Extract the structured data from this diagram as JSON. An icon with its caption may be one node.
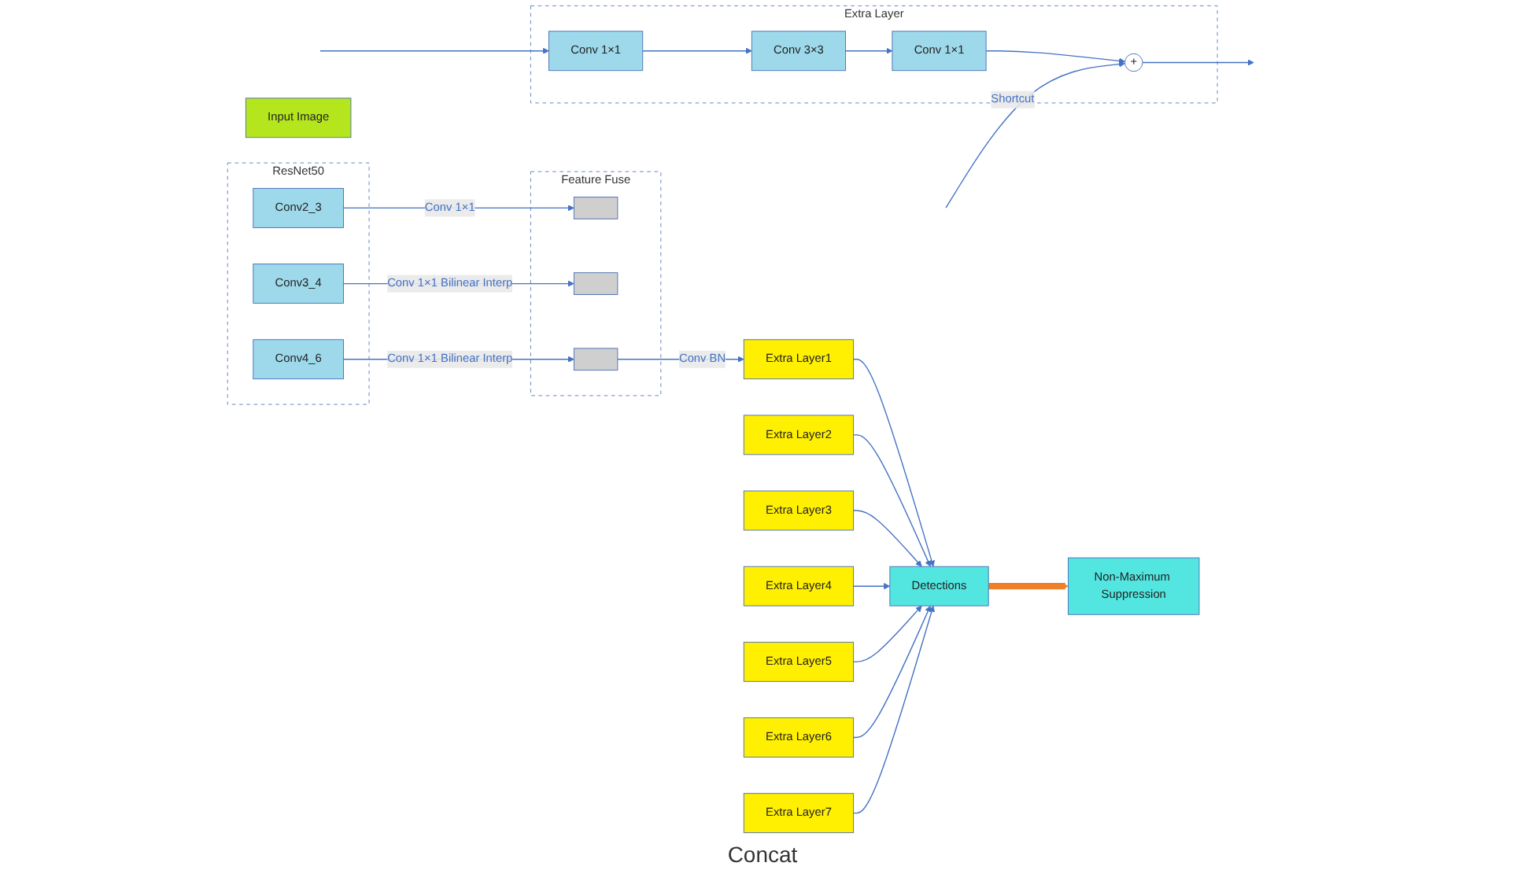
{
  "diagram": {
    "nodes": [
      {
        "text": [
          "Input Image"
        ]
      },
      {
        "text": [
          "ResNet50"
        ]
      },
      {
        "text": [
          "Conv2_3"
        ],
        "in": 1
      },
      {
        "text": [
          "Conv3_4"
        ],
        "in": 1
      },
      {
        "text": [
          "Conv4_6"
        ],
        "in": 1
      },
      {
        "text": [
          "Extra Layer1"
        ]
      },
      {
        "text": [
          "Extra Layer2"
        ]
      },
      {
        "text": [
          "Extra Layer3"
        ]
      },
      {
        "text": [
          "Extra Layer4"
        ]
      },
      {
        "text": [
          "Extra Layer5"
        ]
      },
      {
        "text": [
          "Extra Layer6"
        ]
      },
      {
        "text": [
          "Extra Layer7"
        ]
      },
      {
        "text": [
          "Detections"
        ]
      },
      {
        "text": [
          "Non-Maximum Suppression"
        ]
      },
      {
        "text": [
          "Feature Fuse"
        ]
      },
      {
        "text": [],
        "shape": "bar",
        "in": 14
      },
      {
        "text": [],
        "shape": "bar",
        "in": 14
      },
      {
        "text": [],
        "shape": "bar",
        "in": 14
      },
      {
        "text": [
          "Extra Layer"
        ]
      },
      {
        "text": [
          "Conv 1×1"
        ],
        "in": 18
      },
      {
        "text": [
          "Conv 3×3"
        ],
        "in": 18
      },
      {
        "text": [
          "Conv 1×1"
        ],
        "in": 18
      },
      {
        "text": [
          "+"
        ],
        "in": 18
      }
    ],
    "edges": [
      {
        "from": 2,
        "to": 15,
        "arrow": "to",
        "label": "Conv 1×1"
      },
      {
        "from": 3,
        "to": 16,
        "arrow": "to",
        "label": "Conv 1×1 Bilinear Interp"
      },
      {
        "from": 4,
        "to": 17,
        "arrow": "to",
        "label": "Conv 1×1 Bilinear Interp"
      },
      {
        "from": 17,
        "to": 5,
        "arrow": "to",
        "label": "Conv BN"
      },
      {
        "from": 5,
        "to": 12,
        "arrow": "to"
      },
      {
        "from": 6,
        "to": 12,
        "arrow": "to"
      },
      {
        "from": 7,
        "to": 12,
        "arrow": "to"
      },
      {
        "from": 8,
        "to": 12,
        "arrow": "to"
      },
      {
        "from": 9,
        "to": 12,
        "arrow": "to"
      },
      {
        "from": 10,
        "to": 12,
        "arrow": "to"
      },
      {
        "from": 11,
        "to": 12,
        "arrow": "to"
      },
      {
        "from": 12,
        "to": 13,
        "arrow": "to",
        "style": "thick",
        "color": "#f07f2a"
      },
      {
        "from": null,
        "to": 19,
        "arrow": "to"
      },
      {
        "from": 19,
        "to": 20,
        "arrow": "to"
      },
      {
        "from": 20,
        "to": 21,
        "arrow": "to"
      },
      {
        "from": 21,
        "to": 22,
        "arrow": "to"
      },
      {
        "from": null,
        "to": 22,
        "arrow": "to",
        "label": "Shortcut"
      },
      {
        "from": 22,
        "to": null,
        "arrow": "to"
      }
    ],
    "labels": [
      "Concat"
    ]
  }
}
